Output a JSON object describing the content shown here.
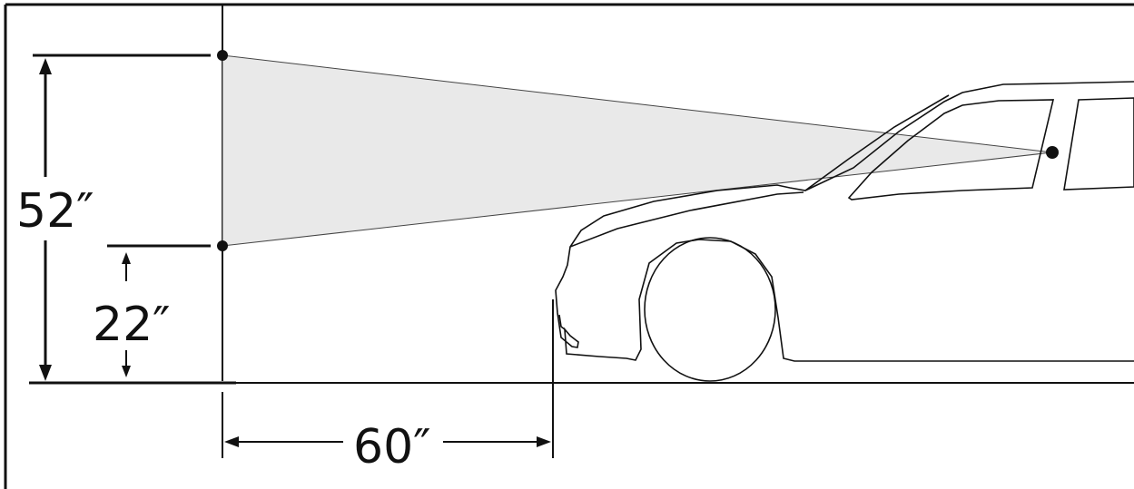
{
  "dimensions": {
    "height_upper": "52″",
    "height_lower": "22″",
    "distance": "60″"
  },
  "colors": {
    "cone_fill": "#e9e9e9",
    "line": "#111111",
    "background": "#ffffff"
  }
}
